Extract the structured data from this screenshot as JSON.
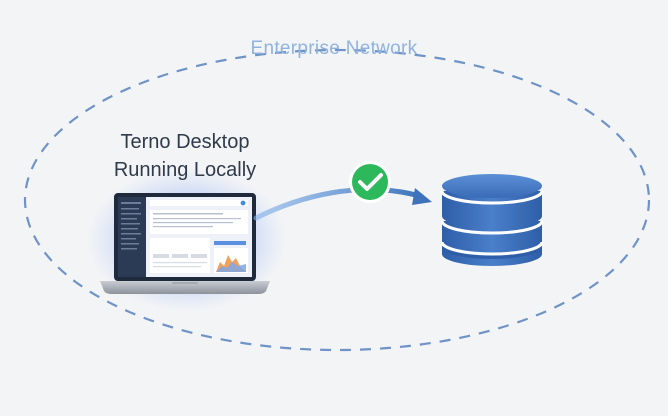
{
  "network": {
    "title": "Enterprise Network"
  },
  "client": {
    "line1": "Terno Desktop",
    "line2": "Running Locally"
  },
  "connection": {
    "status_icon": "check-circle-icon",
    "status_color": "#2eb85c"
  },
  "colors": {
    "boundary": "#6f93c7",
    "arrow": "#4a7fbf",
    "database": "#3d6fb8",
    "laptop_glow": "#5b8cf0"
  },
  "laptop_screen": {
    "app": "Terno Desktop",
    "sidebar_items": 10,
    "chart_colors": [
      "#f2a05a",
      "#7fa8e8"
    ]
  }
}
